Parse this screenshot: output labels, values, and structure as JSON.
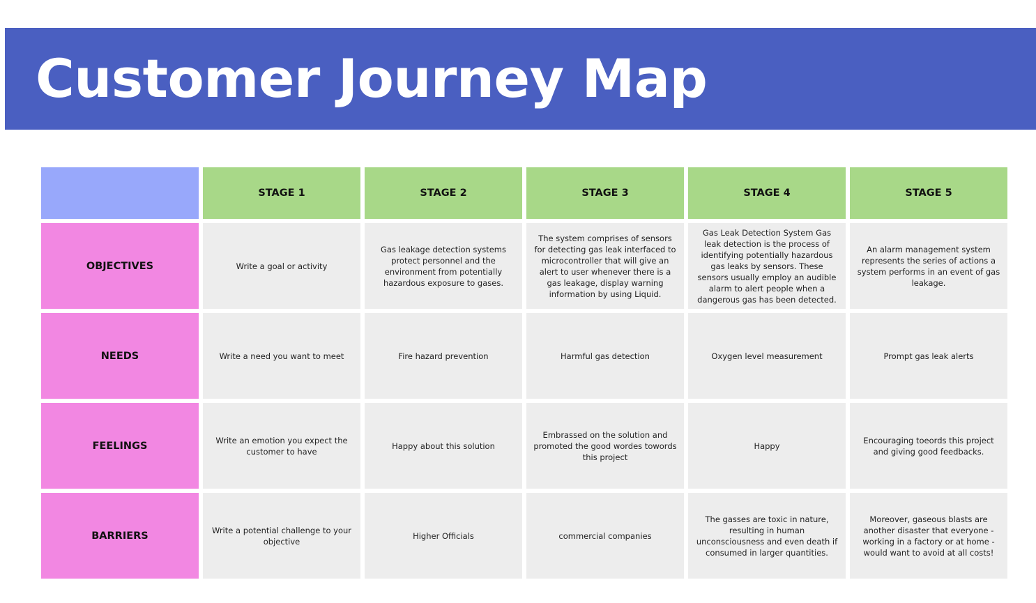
{
  "header": {
    "title": "Customer Journey Map"
  },
  "colors": {
    "banner": "#4a5fc1",
    "corner": "#98a8fb",
    "stage_header": "#a8d888",
    "row_header": "#f287e2",
    "cell": "#ededed"
  },
  "stages": [
    "STAGE 1",
    "STAGE 2",
    "STAGE 3",
    "STAGE 4",
    "STAGE 5"
  ],
  "rows": [
    {
      "label": "OBJECTIVES",
      "cells": [
        "Write a goal or activity",
        "Gas leakage detection systems protect personnel and the environment from potentially hazardous exposure to gases.",
        "The system comprises of sensors for detecting gas leak interfaced to microcontroller that will give an alert to user whenever there is a gas leakage, display warning information by using Liquid.",
        "Gas Leak Detection System Gas leak detection is the process of identifying potentially hazardous gas leaks by sensors. These sensors usually employ an audible alarm to alert people when a dangerous gas has been detected.",
        "An alarm management system represents the series of actions a system performs in an event of gas leakage."
      ]
    },
    {
      "label": "NEEDS",
      "cells": [
        "Write a need you want to meet",
        "Fire hazard prevention",
        "Harmful gas detection",
        "Oxygen level measurement",
        "Prompt gas leak alerts"
      ]
    },
    {
      "label": "FEELINGS",
      "cells": [
        "Write an emotion you expect the customer to have",
        "Happy about this solution",
        "Embrassed on the solution and promoted the good wordes towords this project",
        "Happy",
        "Encouraging toeords this project and giving good feedbacks."
      ]
    },
    {
      "label": "BARRIERS",
      "cells": [
        "Write a potential challenge to your objective",
        "Higher Officials",
        "commercial companies",
        "The gasses are toxic in nature, resulting in human unconsciousness and even death if consumed in larger quantities.",
        "Moreover, gaseous blasts are another disaster that everyone - working in a factory or at home - would want to avoid at all costs!"
      ]
    }
  ]
}
